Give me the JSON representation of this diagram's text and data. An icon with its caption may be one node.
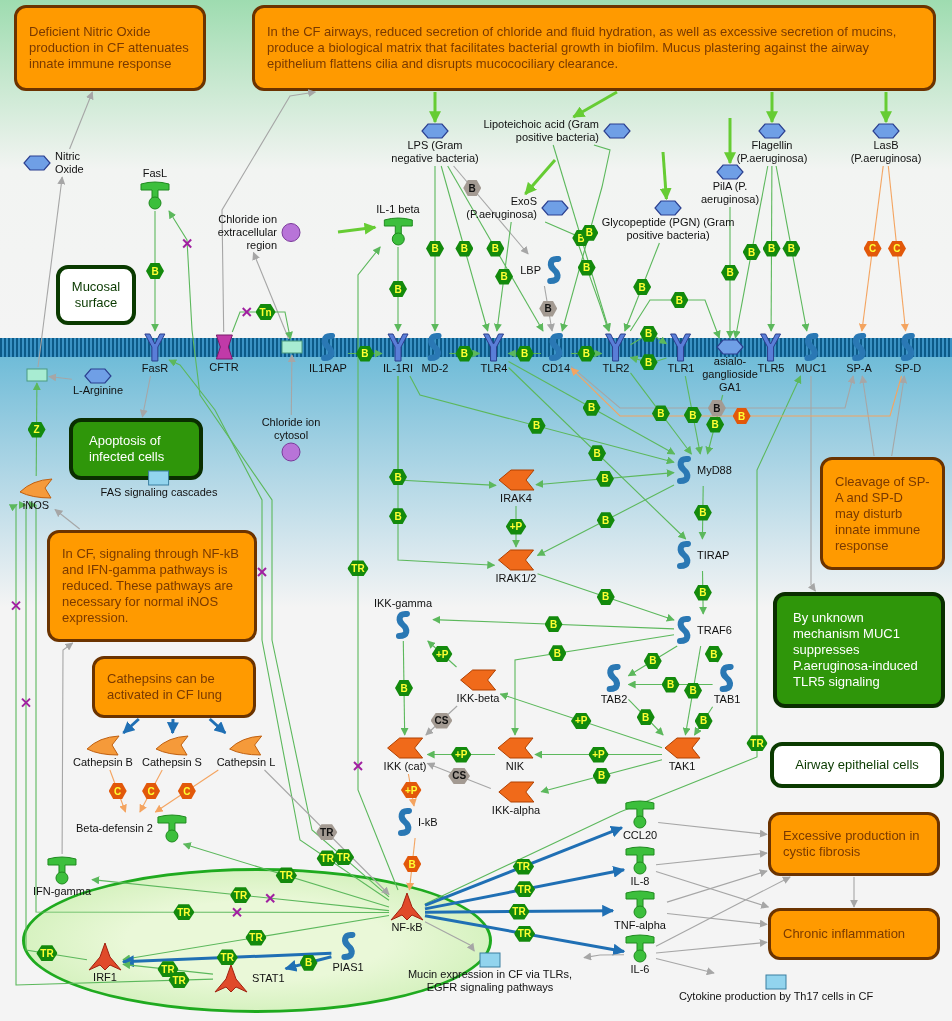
{
  "diagram": {
    "nodes": [
      {
        "text": [
          "Deficient Nitric Oxide production in CF attenuates innate immune response"
        ]
      },
      {
        "text": [
          "In the CF airways, reduced secretion of chloride and fluid hydration, as well as excessive secretion of mucins, produce a biological matrix that facilitates bacterial growth in biofilm. Mucus plastering against the airway epithelium flattens cilia and disrupts mucocociliary clearance."
        ]
      },
      {
        "text": [
          "Nitric Oxide"
        ]
      },
      {
        "text": [
          "FasL"
        ]
      },
      {
        "text": [
          "Chloride ion extracellular region"
        ]
      },
      {
        "text": [
          "IL-1 beta"
        ]
      },
      {
        "text": [
          "LPS (Gram negative bacteria)"
        ]
      },
      {
        "text": [
          "Lipoteichoic acid (Gram positive bacteria)"
        ]
      },
      {
        "text": [
          "ExoS (P.aeruginosa)"
        ]
      },
      {
        "text": [
          "Glycopeptide (PGN) (Gram positive bacteria)"
        ]
      },
      {
        "text": [
          "PilA (P. aeruginosa)"
        ]
      },
      {
        "text": [
          "Flagellin (P.aeruginosa)"
        ]
      },
      {
        "text": [
          "LasB (P.aeruginosa)"
        ]
      },
      {
        "text": [
          "LBP"
        ]
      },
      {
        "text": [
          "Mucosal surface"
        ]
      },
      {
        "text": [
          "FasR"
        ]
      },
      {
        "text": [
          "CFTR"
        ]
      },
      {
        "text": [],
        "shape": "box"
      },
      {
        "text": [
          "IL1RAP"
        ]
      },
      {
        "text": [
          "IL-1RI"
        ]
      },
      {
        "text": [
          "MD-2"
        ]
      },
      {
        "text": [
          "TLR4"
        ]
      },
      {
        "text": [
          "CD14"
        ]
      },
      {
        "text": [
          "TLR2"
        ]
      },
      {
        "text": [
          "TLR1"
        ]
      },
      {
        "text": [
          "asialo-ganglioside GA1"
        ]
      },
      {
        "text": [
          "TLR5"
        ]
      },
      {
        "text": [
          "MUC1"
        ]
      },
      {
        "text": [
          "SP-A"
        ]
      },
      {
        "text": [
          "SP-D"
        ]
      },
      {
        "text": [],
        "shape": "box"
      },
      {
        "text": [
          "L-Arginine"
        ]
      },
      {
        "text": [
          "Chloride ion cytosol"
        ]
      },
      {
        "text": [
          "Apoptosis of infected cells"
        ]
      },
      {
        "text": [
          "FAS signaling cascades"
        ]
      },
      {
        "text": [
          "iNOS"
        ]
      },
      {
        "text": [
          "In CF, signaling through NF-kB and IFN-gamma pathways is reduced. These pathways are necessary for normal iNOS expression."
        ]
      },
      {
        "text": [
          "Cathepsins can be activated in CF lung"
        ]
      },
      {
        "text": [
          "Cathepsin B"
        ]
      },
      {
        "text": [
          "Cathepsin S"
        ]
      },
      {
        "text": [
          "Cathepsin L"
        ]
      },
      {
        "text": [
          "Beta-defensin 2"
        ]
      },
      {
        "text": [
          "IFN-gamma"
        ]
      },
      {
        "text": [
          "MyD88"
        ]
      },
      {
        "text": [
          "IRAK4"
        ]
      },
      {
        "text": [
          "IRAK1/2"
        ]
      },
      {
        "text": [
          "TIRAP"
        ]
      },
      {
        "text": [
          "TRAF6"
        ]
      },
      {
        "text": [
          "IKK-gamma"
        ]
      },
      {
        "text": [
          "IKK-beta"
        ]
      },
      {
        "text": [
          "TAB2"
        ]
      },
      {
        "text": [
          "TAB1"
        ]
      },
      {
        "text": [
          "IKK (cat)"
        ]
      },
      {
        "text": [
          "NIK"
        ]
      },
      {
        "text": [
          "TAK1"
        ]
      },
      {
        "text": [
          "IKK-alpha"
        ]
      },
      {
        "text": [
          "I-kB"
        ]
      },
      {
        "text": [
          "Cleavage of SP-A and SP-D may disturb innate immune response"
        ]
      },
      {
        "text": [
          "By unknown mechanism MUC1 suppresses P.aeruginosa-induced TLR5 signaling"
        ]
      },
      {
        "text": [
          "Airway epithelial cells"
        ]
      },
      {
        "text": [
          "CCL20"
        ]
      },
      {
        "text": [
          "IL-8"
        ]
      },
      {
        "text": [
          "TNF-alpha"
        ]
      },
      {
        "text": [
          "IL-6"
        ]
      },
      {
        "text": [
          "Excessive production in cystic fibrosis"
        ]
      },
      {
        "text": [
          "Chronic inflammation"
        ]
      },
      {
        "text": [],
        "shape": "ellipse"
      },
      {
        "text": [
          "NF-kB"
        ],
        "in": 66
      },
      {
        "text": [
          "PIAS1"
        ],
        "in": 66
      },
      {
        "text": [
          "IRF1"
        ],
        "in": 66
      },
      {
        "text": [
          "STAT1"
        ],
        "in": 66
      },
      {
        "text": [
          "Mucin expression in CF via TLRs, EGFR signaling pathways"
        ]
      },
      {
        "text": [
          "Cytokine production by Th17 cells in CF"
        ]
      }
    ],
    "edges": [
      {
        "from": 2,
        "to": 0,
        "arrow": "to",
        "color": "#a6a6a6"
      },
      {
        "from": 30,
        "to": 2,
        "arrow": "to",
        "color": "#a6a6a6"
      },
      {
        "from": 31,
        "to": 30,
        "arrow": "to",
        "color": "#a6a6a6"
      },
      {
        "from": 35,
        "to": 30,
        "arrow": "to",
        "label": "Z"
      },
      {
        "from": 16,
        "to": 1,
        "arrow": "to",
        "color": "#a6a6a6"
      },
      {
        "from": 32,
        "to": 17,
        "arrow": "to",
        "color": "#a6a6a6"
      },
      {
        "from": 17,
        "to": 4,
        "arrow": "to",
        "color": "#a6a6a6"
      },
      {
        "from": 16,
        "to": 17,
        "arrow": "to",
        "label": "Tn"
      },
      {
        "from": 3,
        "to": 15,
        "arrow": "to",
        "label": "B"
      },
      {
        "from": 15,
        "to": 33,
        "arrow": "to",
        "color": "#a6a6a6"
      },
      {
        "from": 67,
        "to": 3,
        "arrow": "to",
        "label": "TR"
      },
      {
        "from": 67,
        "to": 15,
        "arrow": "to",
        "label": "TR"
      },
      {
        "from": 67,
        "to": 5,
        "arrow": "to",
        "label": "TR"
      },
      {
        "from": 67,
        "to": 41,
        "arrow": "to",
        "label": "TR"
      },
      {
        "from": 67,
        "to": 42,
        "arrow": "to",
        "label": "TR"
      },
      {
        "from": 67,
        "to": 35,
        "arrow": "to",
        "label": "TR"
      },
      {
        "from": 67,
        "to": 69,
        "arrow": "to",
        "label": "TR"
      },
      {
        "from": 68,
        "to": 69,
        "arrow": "to",
        "label": "TR",
        "style": "thick",
        "color": "#1f6fb4"
      },
      {
        "from": 68,
        "to": 70,
        "arrow": "to",
        "label": "B",
        "style": "thick",
        "color": "#1f6fb4"
      },
      {
        "from": 70,
        "to": 69,
        "arrow": "to",
        "label": "TR"
      },
      {
        "from": 69,
        "to": 35,
        "arrow": "to",
        "label": "TR"
      },
      {
        "from": 70,
        "to": 35,
        "arrow": "to",
        "label": "TR"
      },
      {
        "from": 42,
        "to": 36,
        "arrow": "to",
        "color": "#a6a6a6"
      },
      {
        "from": 36,
        "to": 35,
        "arrow": "to",
        "color": "#a6a6a6"
      },
      {
        "from": 37,
        "to": 38,
        "arrow": "to",
        "style": "thick",
        "color": "#1f6fb4"
      },
      {
        "from": 37,
        "to": 39,
        "arrow": "to",
        "style": "thick",
        "color": "#1f6fb4"
      },
      {
        "from": 37,
        "to": 40,
        "arrow": "to",
        "style": "thick",
        "color": "#1f6fb4"
      },
      {
        "from": 38,
        "to": 41,
        "arrow": "to",
        "label": "C",
        "color": "#f4a460"
      },
      {
        "from": 39,
        "to": 41,
        "arrow": "to",
        "label": "C",
        "color": "#f4a460"
      },
      {
        "from": 40,
        "to": 41,
        "arrow": "to",
        "label": "C",
        "color": "#f4a460"
      },
      {
        "from": 40,
        "to": 67,
        "arrow": "to",
        "label": "TR",
        "color": "#a6a6a6"
      },
      {
        "from": 56,
        "to": 67,
        "arrow": "to",
        "label": "B",
        "color": "#f4a460"
      },
      {
        "from": 52,
        "to": 56,
        "arrow": "to",
        "label": "+P",
        "color": "#f4a460"
      },
      {
        "from": 48,
        "to": 52,
        "arrow": "to",
        "label": "B"
      },
      {
        "from": 49,
        "to": 48,
        "arrow": "to",
        "label": "+P"
      },
      {
        "from": 47,
        "to": 48,
        "arrow": "to",
        "label": "B"
      },
      {
        "from": 54,
        "to": 49,
        "arrow": "to",
        "label": "+P"
      },
      {
        "from": 54,
        "to": 53,
        "arrow": "to",
        "label": "+P"
      },
      {
        "from": 53,
        "to": 52,
        "arrow": "to",
        "label": "+P"
      },
      {
        "from": 55,
        "to": 52,
        "arrow": "to",
        "label": "CS",
        "color": "#a6a6a6"
      },
      {
        "from": 49,
        "to": 52,
        "arrow": "to",
        "label": "CS",
        "color": "#a6a6a6"
      },
      {
        "from": 54,
        "to": 55,
        "arrow": "to",
        "label": "B"
      },
      {
        "from": 47,
        "to": 53,
        "arrow": "to",
        "label": "B"
      },
      {
        "from": 47,
        "to": 50,
        "arrow": "to",
        "label": "B"
      },
      {
        "from": 47,
        "to": 51,
        "arrow": "to",
        "label": "B"
      },
      {
        "from": 51,
        "to": 50,
        "arrow": "to",
        "label": "B"
      },
      {
        "from": 50,
        "to": 54,
        "arrow": "to",
        "label": "B"
      },
      {
        "from": 51,
        "to": 54,
        "arrow": "to",
        "label": "B"
      },
      {
        "from": 47,
        "to": 54,
        "arrow": "to",
        "label": "B"
      },
      {
        "from": 46,
        "to": 47,
        "arrow": "to",
        "label": "B"
      },
      {
        "from": 43,
        "to": 46,
        "arrow": "to",
        "label": "B"
      },
      {
        "from": 45,
        "to": 47,
        "arrow": "to",
        "label": "B"
      },
      {
        "from": 43,
        "to": 44,
        "arrow": "both",
        "label": "B"
      },
      {
        "from": 43,
        "to": 45,
        "arrow": "to",
        "label": "B"
      },
      {
        "from": 44,
        "to": 45,
        "arrow": "to",
        "label": "+P"
      },
      {
        "from": 19,
        "to": 44,
        "arrow": "to",
        "label": "B"
      },
      {
        "from": 19,
        "to": 45,
        "arrow": "to",
        "label": "B"
      },
      {
        "from": 19,
        "to": 43,
        "arrow": "to",
        "label": "B"
      },
      {
        "from": 21,
        "to": 43,
        "arrow": "to",
        "label": "B"
      },
      {
        "from": 21,
        "to": 46,
        "arrow": "to",
        "label": "B"
      },
      {
        "from": 23,
        "to": 43,
        "arrow": "to",
        "label": "B"
      },
      {
        "from": 24,
        "to": 43,
        "arrow": "to",
        "label": "B"
      },
      {
        "from": 25,
        "to": 43,
        "arrow": "to",
        "label": "B"
      },
      {
        "from": 67,
        "to": 27,
        "arrow": "to",
        "label": "TR"
      },
      {
        "from": 27,
        "to": 58,
        "arrow": "to",
        "color": "#a6a6a6"
      },
      {
        "from": 57,
        "to": 28,
        "arrow": "to",
        "color": "#a6a6a6"
      },
      {
        "from": 57,
        "to": 29,
        "arrow": "to",
        "color": "#a6a6a6"
      },
      {
        "from": 22,
        "to": 28,
        "arrow": "to",
        "label": "B",
        "color": "#a6a6a6"
      },
      {
        "from": 29,
        "to": 22,
        "arrow": "to",
        "label": "B",
        "color": "#f4a460"
      },
      {
        "from": 12,
        "to": 28,
        "arrow": "to",
        "label": "C",
        "color": "#f4a460"
      },
      {
        "from": 12,
        "to": 29,
        "arrow": "to",
        "label": "C",
        "color": "#f4a460"
      },
      {
        "from": 6,
        "to": 20,
        "arrow": "to",
        "label": "B"
      },
      {
        "from": 6,
        "to": 21,
        "arrow": "to",
        "label": "B"
      },
      {
        "from": 6,
        "to": 22,
        "arrow": "to",
        "label": "B"
      },
      {
        "from": 6,
        "to": 13,
        "arrow": "to",
        "label": "B",
        "color": "#a6a6a6"
      },
      {
        "from": 13,
        "to": 22,
        "arrow": "to",
        "label": "B",
        "color": "#a6a6a6"
      },
      {
        "from": 7,
        "to": 23,
        "arrow": "to",
        "label": "B"
      },
      {
        "from": 7,
        "to": 22,
        "arrow": "to",
        "label": "B"
      },
      {
        "from": 8,
        "to": 21,
        "arrow": "to",
        "label": "B"
      },
      {
        "from": 8,
        "to": 23,
        "arrow": "to",
        "label": "B"
      },
      {
        "from": 9,
        "to": 23,
        "arrow": "to",
        "label": "B"
      },
      {
        "from": 10,
        "to": 25,
        "arrow": "to",
        "label": "B"
      },
      {
        "from": 11,
        "to": 26,
        "arrow": "to",
        "label": "B"
      },
      {
        "from": 11,
        "to": 25,
        "arrow": "to",
        "label": "B"
      },
      {
        "from": 11,
        "to": 27,
        "arrow": "to",
        "label": "B"
      },
      {
        "from": 23,
        "to": 24,
        "arrow": "to",
        "label": "B"
      },
      {
        "from": 24,
        "to": 23,
        "arrow": "to",
        "label": "B"
      },
      {
        "from": 23,
        "to": 25,
        "arrow": "to",
        "label": "B"
      },
      {
        "from": 22,
        "to": 21,
        "arrow": "to",
        "label": "B"
      },
      {
        "from": 22,
        "to": 23,
        "arrow": "to",
        "label": "B"
      },
      {
        "from": 20,
        "to": 21,
        "arrow": "to",
        "label": "B"
      },
      {
        "from": 18,
        "to": 19,
        "arrow": "to",
        "label": "B"
      },
      {
        "from": 5,
        "to": 19,
        "arrow": "to",
        "label": "B"
      },
      {
        "from": 1,
        "to": 6,
        "arrow": "to",
        "style": "thick",
        "color": "#66cc33"
      },
      {
        "from": 1,
        "to": 7,
        "arrow": "to",
        "style": "thick",
        "color": "#66cc33"
      },
      {
        "from": 1,
        "to": 11,
        "arrow": "to",
        "style": "thick",
        "color": "#66cc33"
      },
      {
        "from": 1,
        "to": 12,
        "arrow": "to",
        "style": "thick",
        "color": "#66cc33"
      },
      {
        "from": null,
        "to": 8,
        "arrow": "to",
        "style": "thick",
        "color": "#66cc33"
      },
      {
        "from": null,
        "to": 9,
        "arrow": "to",
        "style": "thick",
        "color": "#66cc33"
      },
      {
        "from": null,
        "to": 10,
        "arrow": "to",
        "style": "thick",
        "color": "#66cc33"
      },
      {
        "from": null,
        "to": 5,
        "arrow": "to",
        "style": "thick",
        "color": "#66cc33"
      },
      {
        "from": 67,
        "to": 60,
        "arrow": "to",
        "label": "TR",
        "style": "thick",
        "color": "#1f6fb4"
      },
      {
        "from": 67,
        "to": 61,
        "arrow": "to",
        "label": "TR",
        "style": "thick",
        "color": "#1f6fb4"
      },
      {
        "from": 67,
        "to": 62,
        "arrow": "to",
        "label": "TR",
        "style": "thick",
        "color": "#1f6fb4"
      },
      {
        "from": 67,
        "to": 63,
        "arrow": "to",
        "label": "TR",
        "style": "thick",
        "color": "#1f6fb4"
      },
      {
        "from": 67,
        "to": 71,
        "arrow": "to",
        "color": "#a6a6a6"
      },
      {
        "from": 63,
        "to": 71,
        "arrow": "to",
        "color": "#a6a6a6"
      },
      {
        "from": 63,
        "to": 72,
        "arrow": "to",
        "color": "#a6a6a6"
      },
      {
        "from": 60,
        "to": 64,
        "arrow": "to",
        "color": "#a6a6a6"
      },
      {
        "from": 61,
        "to": 64,
        "arrow": "to",
        "color": "#a6a6a6"
      },
      {
        "from": 61,
        "to": 65,
        "arrow": "to",
        "color": "#a6a6a6"
      },
      {
        "from": 62,
        "to": 64,
        "arrow": "to",
        "color": "#a6a6a6"
      },
      {
        "from": 62,
        "to": 65,
        "arrow": "to",
        "color": "#a6a6a6"
      },
      {
        "from": 63,
        "to": 64,
        "arrow": "to",
        "color": "#a6a6a6"
      },
      {
        "from": 63,
        "to": 65,
        "arrow": "to",
        "color": "#a6a6a6"
      },
      {
        "from": 64,
        "to": 65,
        "arrow": "to",
        "color": "#a6a6a6"
      }
    ]
  }
}
